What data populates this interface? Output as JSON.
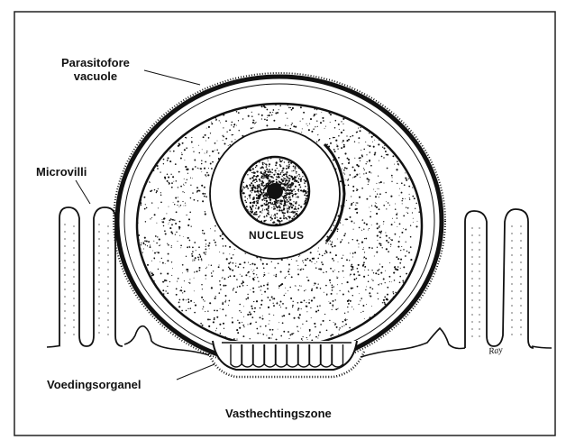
{
  "labels": {
    "parasitophorous_line1": "Parasitofore",
    "parasitophorous_line2": "vacuole",
    "microvilli": "Microvilli",
    "nucleus": "NUCLEUS",
    "feeding_organelle": "Voedingsorganel",
    "attachment_zone": "Vasthechtingszone"
  },
  "artist_signature": "Ray",
  "colors": {
    "ink": "#111111",
    "paper": "#ffffff"
  }
}
